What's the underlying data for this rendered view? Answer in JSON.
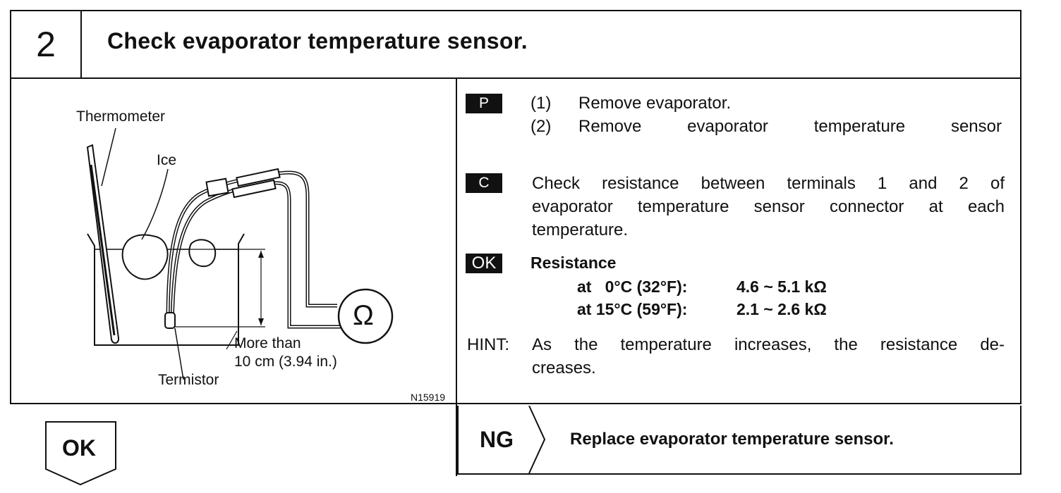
{
  "step": {
    "number": "2",
    "title": "Check evaporator temperature sensor."
  },
  "diagram": {
    "labels": {
      "thermometer": "Thermometer",
      "ice": "Ice",
      "more_than": "More than",
      "distance": "10 cm (3.94 in.)",
      "termistor": "Termistor",
      "ohm_symbol": "Ω",
      "figure_code": "N15919"
    }
  },
  "procedure": {
    "prepare": {
      "badge": "P",
      "items": [
        {
          "num": "(1)",
          "text": "Remove evaporator."
        },
        {
          "num": "(2)",
          "text": "Remove evaporator temperature sensor"
        }
      ]
    },
    "check": {
      "badge": "C",
      "lines": [
        "Check resistance between terminals 1 and 2 of",
        "evaporator temperature sensor connector at each",
        "temperature."
      ]
    },
    "ok_spec": {
      "badge": "OK",
      "heading": "Resistance",
      "rows": [
        {
          "condition": "at   0°C (32°F):",
          "value": "4.6 ~ 5.1 kΩ"
        },
        {
          "condition": "at 15°C (59°F):",
          "value": "2.1 ~ 2.6 kΩ"
        }
      ]
    },
    "hint": {
      "label": "HINT:",
      "lines": [
        "As the temperature increases, the resistance de-",
        "creases."
      ]
    }
  },
  "results": {
    "ok_label": "OK",
    "ng_label": "NG",
    "ng_action": "Replace evaporator temperature sensor."
  }
}
